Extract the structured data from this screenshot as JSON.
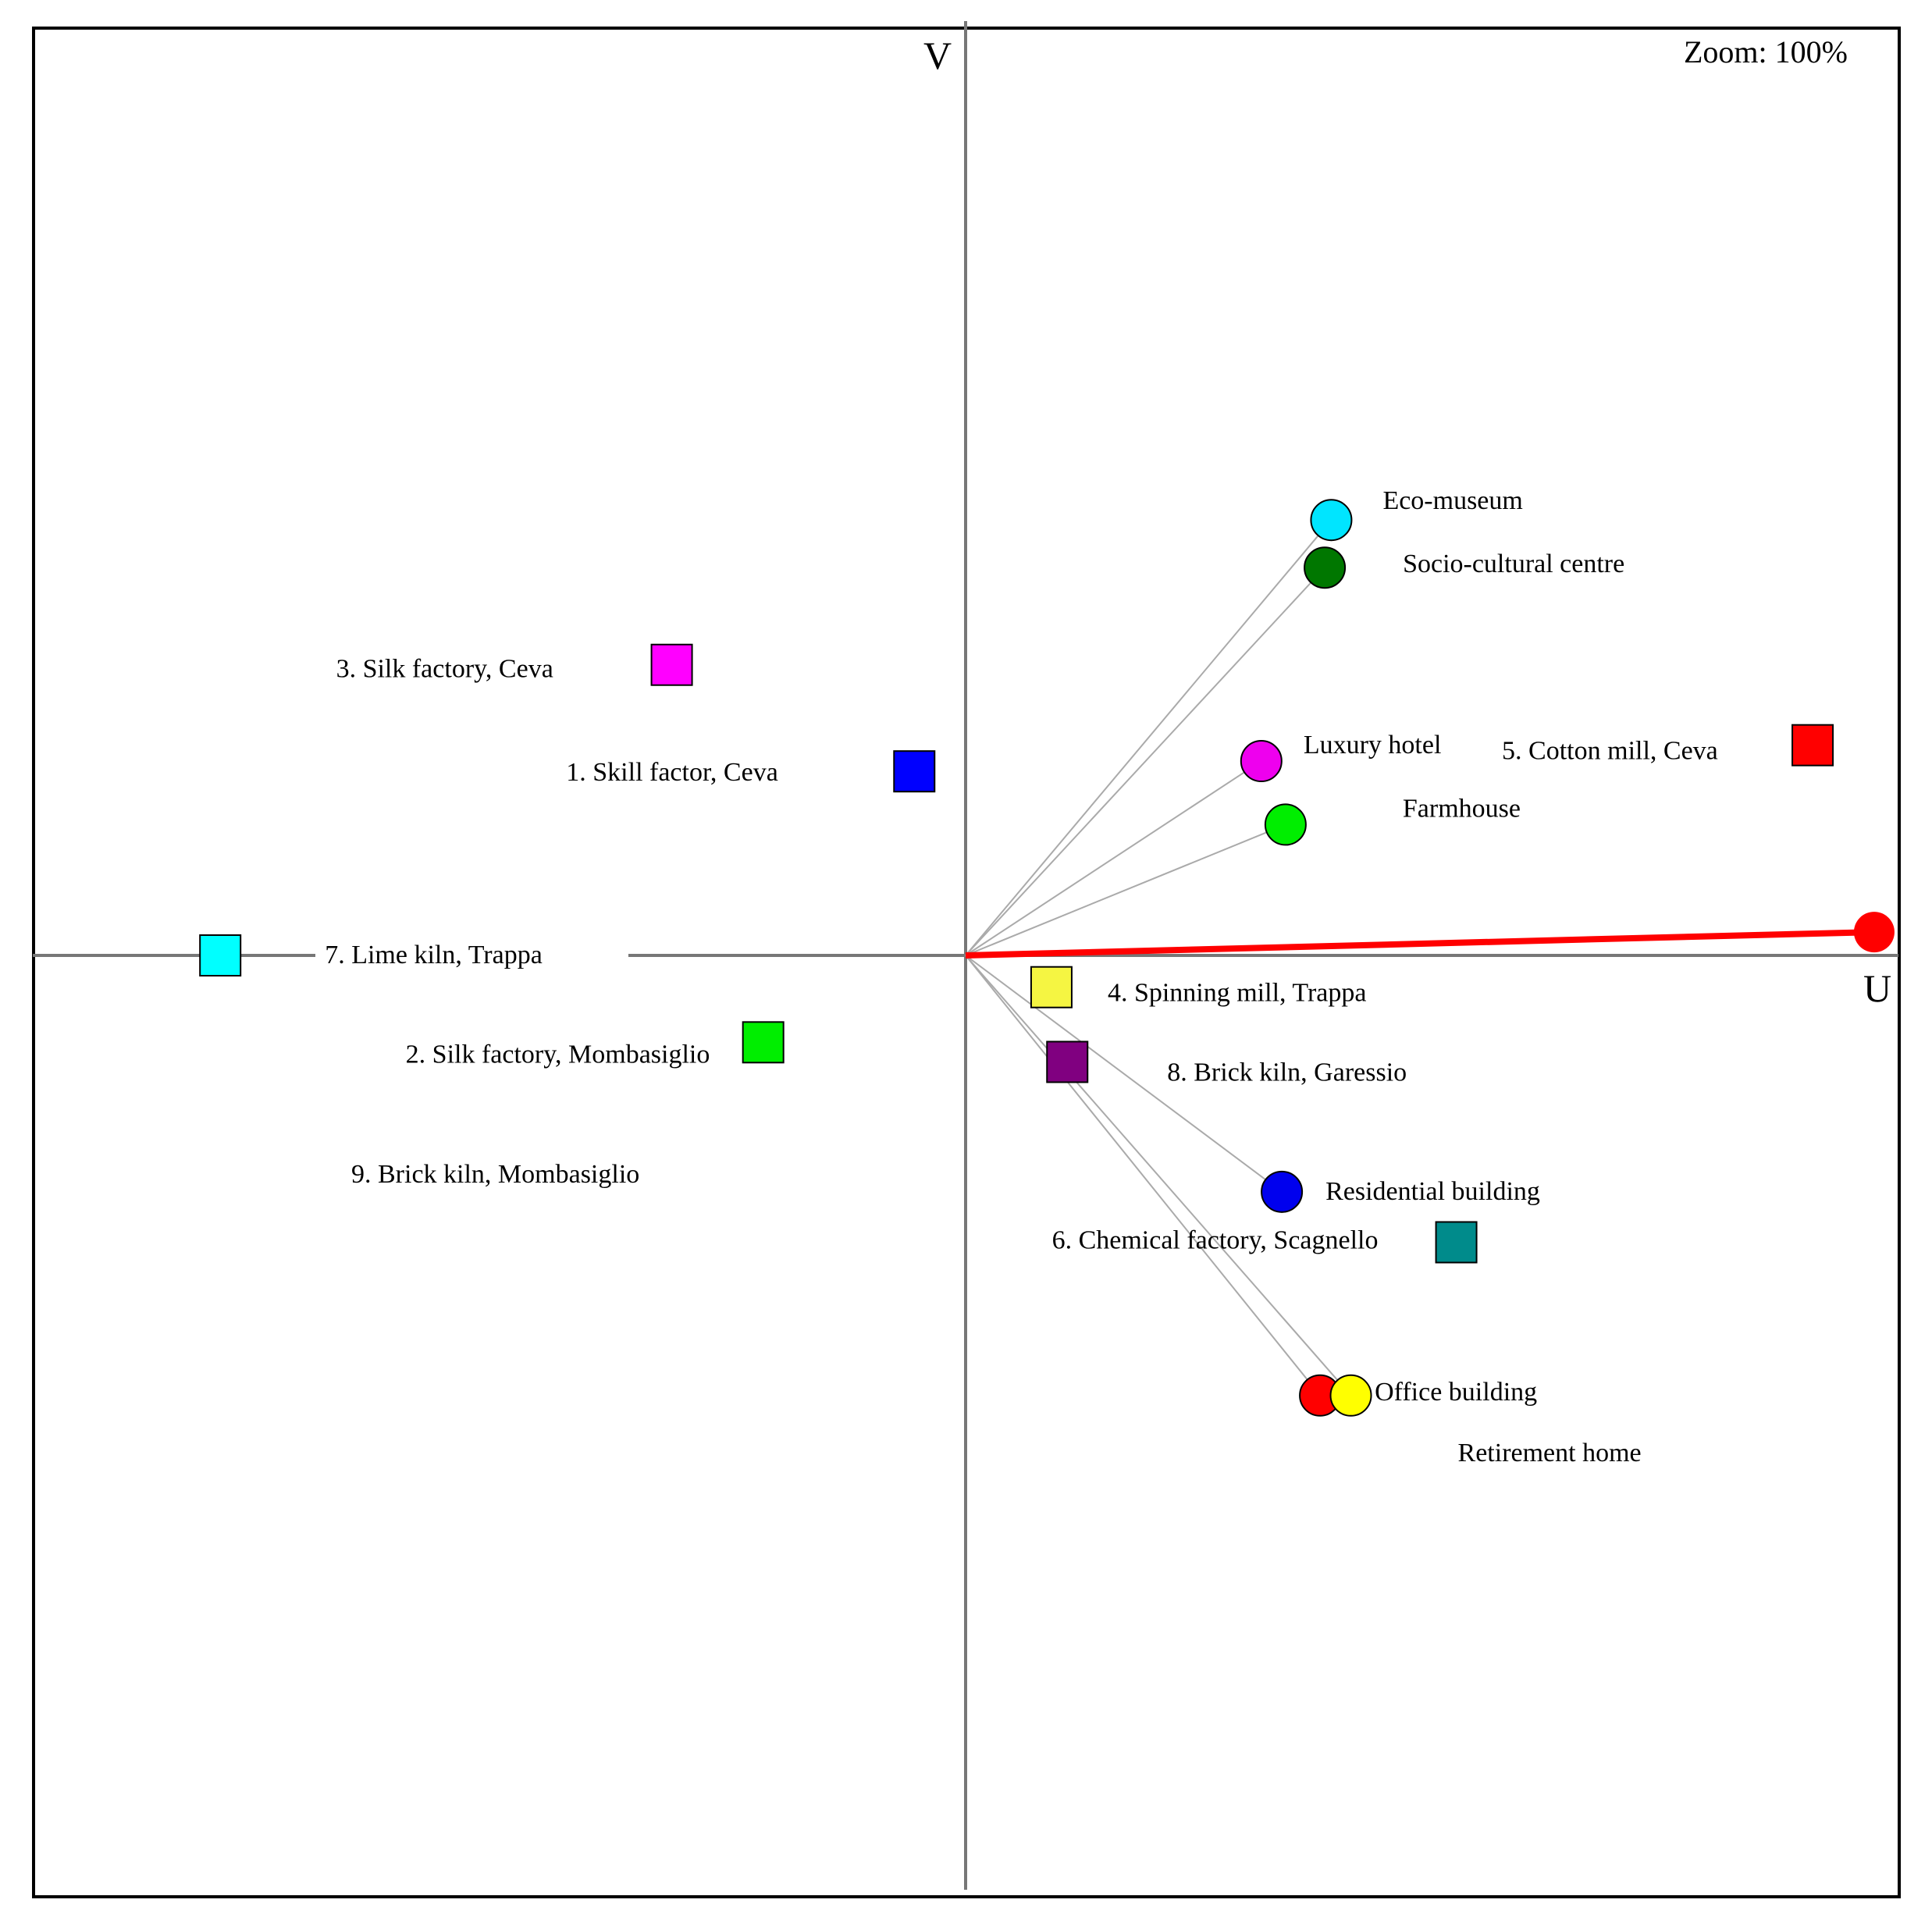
{
  "zoom_label": "Zoom: 100%",
  "chart_data": {
    "type": "scatter",
    "title": "",
    "xlabel": "U",
    "ylabel": "V",
    "xlim": [
      -1,
      1
    ],
    "ylim": [
      -1,
      1
    ],
    "grid": false,
    "legend": "none",
    "categories_series": {
      "name": "",
      "marker": "square",
      "points": [
        {
          "label": "1. Skill factor, Ceva",
          "x": -0.055,
          "y": 0.197,
          "color": "#0000ff"
        },
        {
          "label": "2. Silk factory, Mombasiglio",
          "x": -0.217,
          "y": -0.093,
          "color": "#00ee00"
        },
        {
          "label": "3. Silk factory, Ceva",
          "x": -0.315,
          "y": 0.311,
          "color": "#ff00ff"
        },
        {
          "label": "4. Spinning mill, Trappa",
          "x": 0.092,
          "y": -0.034,
          "color": "#f5f542"
        },
        {
          "label": "5. Cotton mill, Ceva",
          "x": 0.908,
          "y": 0.225,
          "color": "#ff0000"
        },
        {
          "label": "6. Chemical factory, Scagnello",
          "x": 0.526,
          "y": -0.307,
          "color": "#008b8b"
        },
        {
          "label": "7. Lime kiln, Trappa",
          "x": -0.799,
          "y": 0.0,
          "color": "#00ffff"
        },
        {
          "label": "8. Brick kiln, Garessio",
          "x": 0.109,
          "y": -0.114,
          "color": "#800080"
        },
        {
          "label": "9. Brick kiln, Mombasiglio",
          "x": null,
          "y": null,
          "color": ""
        }
      ]
    },
    "alternatives_series": {
      "name": "",
      "marker": "circle",
      "points": [
        {
          "label": "Eco-museum",
          "x": 0.392,
          "y": 0.466,
          "color": "#00e5ff"
        },
        {
          "label": "Socio-cultural centre",
          "x": 0.385,
          "y": 0.415,
          "color": "#007700"
        },
        {
          "label": "Luxury hotel",
          "x": 0.317,
          "y": 0.208,
          "color": "#ee00ee"
        },
        {
          "label": "Farmhouse",
          "x": 0.343,
          "y": 0.14,
          "color": "#00ee00"
        },
        {
          "label": "Residential building",
          "x": 0.339,
          "y": -0.253,
          "color": "#0000ee"
        },
        {
          "label": "Office building",
          "x": 0.38,
          "y": -0.471,
          "color": "#ff0000"
        },
        {
          "label": "Retirement home",
          "x": 0.413,
          "y": -0.471,
          "color": "#ffff00"
        }
      ]
    },
    "axis_vector": {
      "x": 0.974,
      "y": 0.025,
      "color": "#ff0000"
    }
  }
}
